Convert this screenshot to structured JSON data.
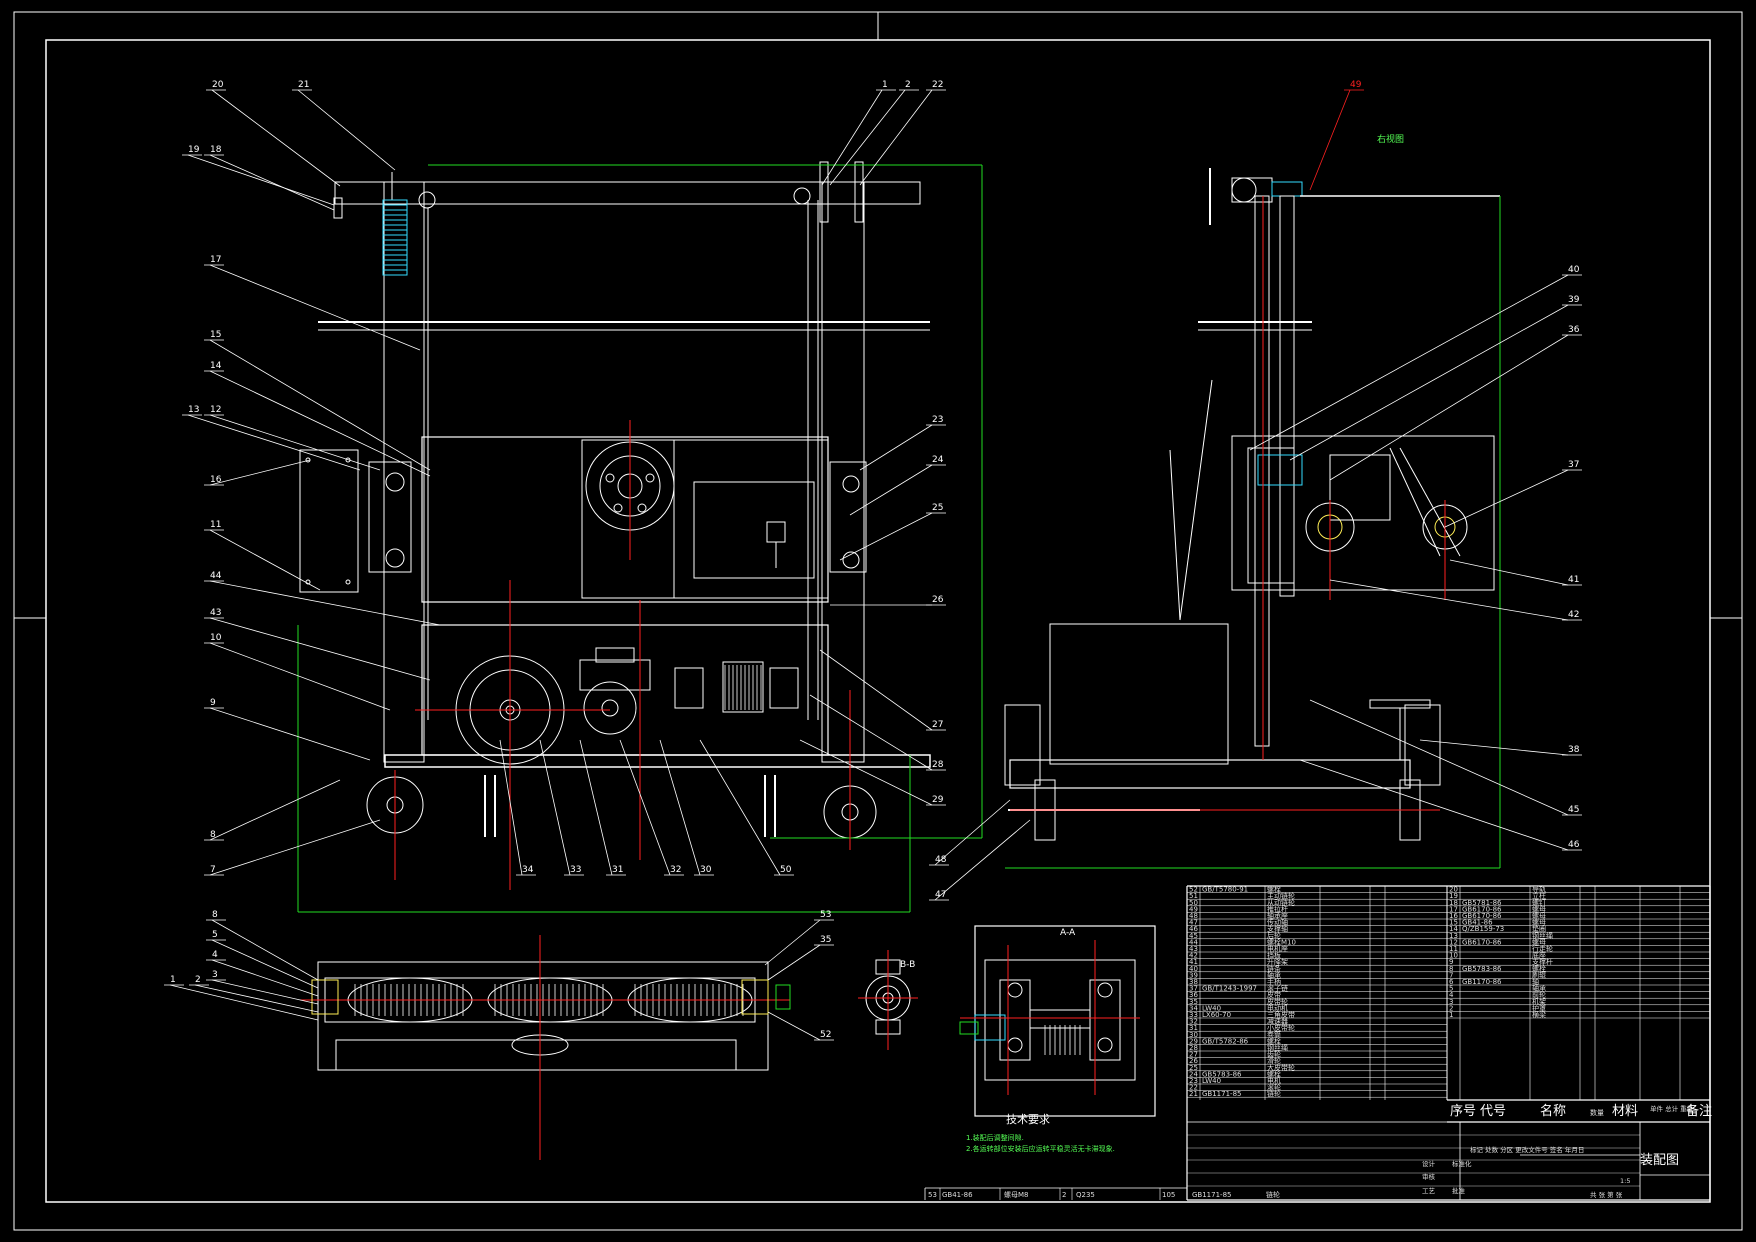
{
  "drawing": {
    "title": "装配图",
    "header": {
      "seq": "序号",
      "code": "代号",
      "name": "名称",
      "qty": "数量",
      "material": "材料",
      "weight": "单件 总计 重量",
      "note": "备注"
    },
    "views": {
      "section_label": "A-A",
      "side_view_label": "右视图"
    },
    "tech_req": {
      "title": "技术要求",
      "line1": "1.装配后调整间隙.",
      "line2": "2.各运转部位安装后应运转平稳灵活无卡滞现象."
    },
    "bottom_row": {
      "seq": "53",
      "code": "GB41-86",
      "name": "螺母M8",
      "qty": "2",
      "material": "Q235",
      "num": "105",
      "code2": "GB1171-85",
      "name2": "链轮"
    },
    "scale": "1:5",
    "sheet": "共 张 第 张",
    "sign_row": "标记 处数 分区 更改文件号 签名 年月日",
    "sign_labels": [
      "设计",
      "审核",
      "工艺",
      "批准",
      "标准化"
    ]
  },
  "balloons": {
    "front_left": [
      "20",
      "21",
      "19",
      "18",
      "17",
      "15",
      "14",
      "13",
      "12",
      "16",
      "11",
      "44",
      "43",
      "10",
      "9",
      "8",
      "7"
    ],
    "front_top": [
      "1",
      "2",
      "22"
    ],
    "front_right": [
      "23",
      "24",
      "25",
      "26",
      "27",
      "28",
      "29"
    ],
    "front_bottom": [
      "34",
      "33",
      "31",
      "32",
      "30",
      "50"
    ],
    "side_right": [
      "40",
      "39",
      "36",
      "37",
      "41",
      "42",
      "38",
      "45",
      "46"
    ],
    "side_top": "49",
    "side_left": [
      "48",
      "47"
    ],
    "bottom_left": [
      "8",
      "5",
      "4",
      "3",
      "2",
      "1"
    ],
    "bottom_right": [
      "53",
      "35",
      "52"
    ],
    "detail": "B-B"
  },
  "bom_left": [
    [
      "52",
      "GB/T5780-91",
      "螺栓"
    ],
    [
      "51",
      "",
      "主动链轮"
    ],
    [
      "50",
      "",
      "从动链轮"
    ],
    [
      "49",
      "",
      "推拉杆"
    ],
    [
      "48",
      "",
      "轴承座"
    ],
    [
      "47",
      "",
      "传动轴"
    ],
    [
      "46",
      "",
      "支撑轴"
    ],
    [
      "45",
      "",
      "后轮"
    ],
    [
      "44",
      "",
      "螺栓M10"
    ],
    [
      "43",
      "",
      "电机座"
    ],
    [
      "42",
      "",
      "挡板"
    ],
    [
      "41",
      "",
      "升降架"
    ],
    [
      "40",
      "",
      "链条"
    ],
    [
      "39",
      "",
      "轴承"
    ],
    [
      "38",
      "",
      "手柄"
    ],
    [
      "37",
      "GB/T1243-1997",
      "滚子链"
    ],
    [
      "36",
      "",
      "皮带"
    ],
    [
      "35",
      "",
      "皮带轮"
    ],
    [
      "34",
      "LW40",
      "电动机"
    ],
    [
      "33",
      "LX60-70",
      "三角皮带"
    ],
    [
      "32",
      "",
      "减速器"
    ],
    [
      "31",
      "",
      "小皮带轮"
    ],
    [
      "30",
      "",
      "卷筒"
    ],
    [
      "29",
      "GB/T5782-86",
      "螺栓"
    ],
    [
      "28",
      "",
      "钢丝绳"
    ],
    [
      "27",
      "",
      "齿轮"
    ],
    [
      "26",
      "",
      "滑轮"
    ],
    [
      "25",
      "",
      "大皮带轮"
    ],
    [
      "24",
      "GB5783-86",
      "螺栓"
    ],
    [
      "23",
      "LW40",
      "电机"
    ],
    [
      "22",
      "",
      "滚轮"
    ],
    [
      "21",
      "GB1171-85",
      "链轮"
    ]
  ],
  "bom_right": [
    [
      "20",
      "",
      "导轨"
    ],
    [
      "19",
      "",
      "立柱"
    ],
    [
      "18",
      "GB5781-86",
      "螺钉"
    ],
    [
      "17",
      "GB6170-86",
      "螺母"
    ],
    [
      "16",
      "GB6170-86",
      "螺母"
    ],
    [
      "15",
      "GB41-86",
      "螺母"
    ],
    [
      "14",
      "Q/ZB159-73",
      "垫圈"
    ],
    [
      "13",
      "",
      "钢丝绳"
    ],
    [
      "12",
      "GB6170-86",
      "螺母"
    ],
    [
      "11",
      "",
      "行走轮"
    ],
    [
      "10",
      "",
      "底座"
    ],
    [
      "9",
      "",
      "支撑杆"
    ],
    [
      "8",
      "GB5783-86",
      "螺栓"
    ],
    [
      "7",
      "",
      "刷辊"
    ],
    [
      "6",
      "GB1170-86",
      "轴"
    ],
    [
      "5",
      "",
      "轴承"
    ],
    [
      "4",
      "",
      "前轮"
    ],
    [
      "3",
      "",
      "机架"
    ],
    [
      "2",
      "",
      "护罩"
    ],
    [
      "1",
      "",
      "横梁"
    ]
  ],
  "colors": {
    "background": "#000000",
    "line": "#ffffff",
    "center_line": "#ff2020",
    "dimension": "#22dd22",
    "hatch": "#33ddff",
    "yellow": "#ffee55"
  }
}
